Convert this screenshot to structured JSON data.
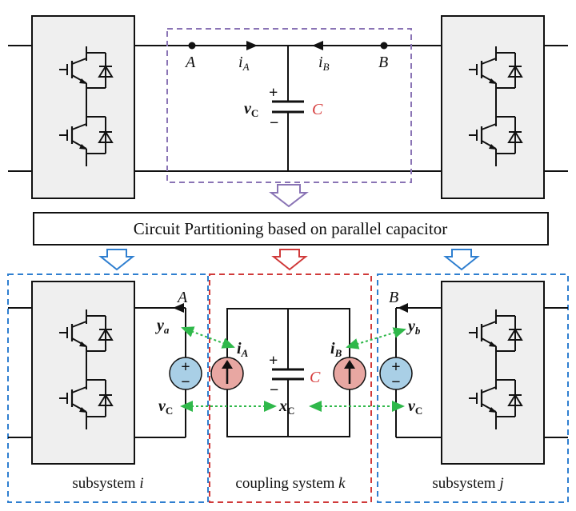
{
  "top": {
    "node_a": "A",
    "node_b": "B",
    "current_a": "i",
    "current_a_sub": "A",
    "current_b": "i",
    "current_b_sub": "B",
    "voltage": "v",
    "voltage_sub": "C",
    "capacitor": "C",
    "plus": "+",
    "minus": "−"
  },
  "banner": {
    "text": "Circuit Partitioning based on parallel capacitor"
  },
  "bottom": {
    "node_a": "A",
    "node_b": "B",
    "ya": "y",
    "ya_sub": "a",
    "yb": "y",
    "yb_sub": "b",
    "ia": "i",
    "ia_sub": "A",
    "ib": "i",
    "ib_sub": "B",
    "vc_left": "v",
    "vc_left_sub": "C",
    "vc_right": "v",
    "vc_right_sub": "C",
    "xc": "x",
    "xc_sub": "C",
    "capacitor": "C",
    "plus": "+",
    "minus": "−",
    "subsystem_i": "subsystem ",
    "subsystem_i_var": "i",
    "coupling": "coupling system ",
    "coupling_var": "k",
    "subsystem_j": "subsystem ",
    "subsystem_j_var": "j"
  },
  "colors": {
    "purple_dash": "#8a74b5",
    "blue_dash": "#2f7fd0",
    "red_dash": "#d03a3a",
    "green_arrow": "#2fb84a",
    "source_blue": "#a9cfe6",
    "source_red": "#e8a7a2",
    "box_fill": "#efefef"
  }
}
